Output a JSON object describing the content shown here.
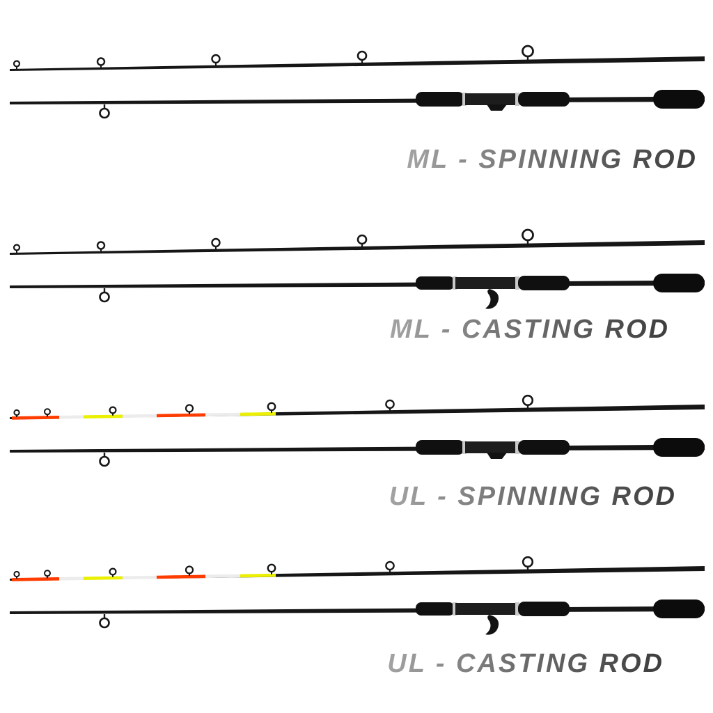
{
  "page": {
    "background": "#ffffff",
    "description": "Product image of four two-piece fishing rods on white background"
  },
  "products": [
    {
      "label": "ML - SPINNING ROD"
    },
    {
      "label": "ML - CASTING ROD"
    },
    {
      "label": "UL - SPINNING ROD"
    },
    {
      "label": "UL - CASTING ROD"
    }
  ],
  "colors": {
    "rod_black": "#161616",
    "handle_black": "#101010",
    "seat_black": "#1d1d1d",
    "trim_silver": "#c9c9c9",
    "tip_red": "#ff3c00",
    "tip_yellow": "#eaf000",
    "tip_white": "#ececec",
    "label_gray": "#6e6e6e"
  }
}
